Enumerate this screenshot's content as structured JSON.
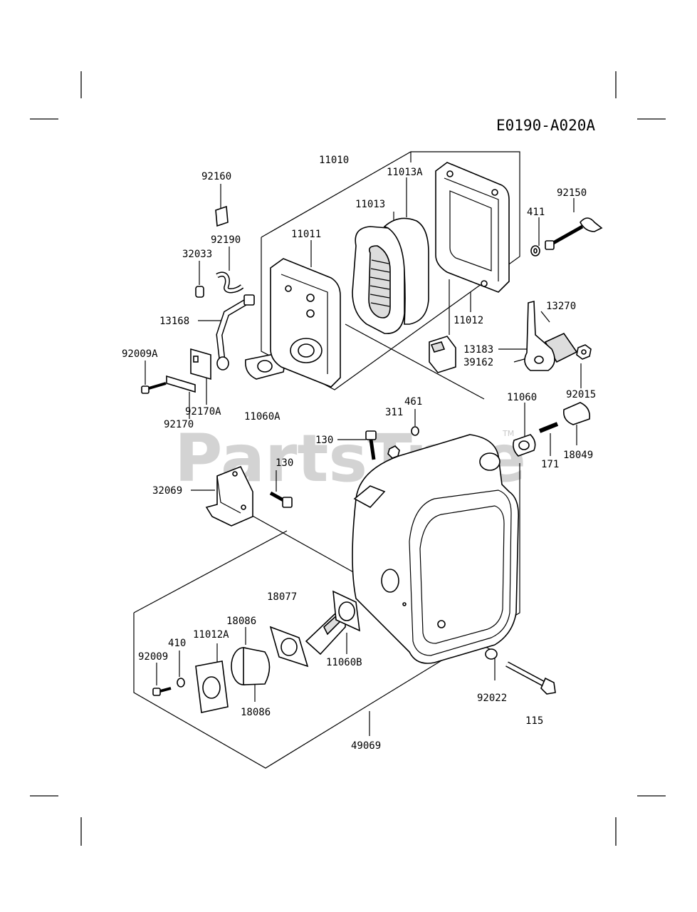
{
  "diagram_code": "E0190-A020A",
  "watermark": {
    "text": "PartsTree",
    "trademark": "TM"
  },
  "part_labels": {
    "p11010": "11010",
    "p92160": "92160",
    "p11013A": "11013A",
    "p11013": "11013",
    "p92150": "92150",
    "p411": "411",
    "p92190": "92190",
    "p11011": "11011",
    "p32033": "32033",
    "p13168": "13168",
    "p11012": "11012",
    "p13270": "13270",
    "p13183": "13183",
    "p39162": "39162",
    "p92009A": "92009A",
    "p92015": "92015",
    "p92170A": "92170A",
    "p11060A": "11060A",
    "p92170": "92170",
    "p461": "461",
    "p311": "311",
    "p11060": "11060",
    "p130a": "130",
    "p130b": "130",
    "p171": "171",
    "p18049": "18049",
    "p32069": "32069",
    "p18077": "18077",
    "p18086a": "18086",
    "p410": "410",
    "p11012A": "11012A",
    "p92009": "92009",
    "p11060B": "11060B",
    "p18086b": "18086",
    "p92022": "92022",
    "p115": "115",
    "p49069": "49069"
  }
}
